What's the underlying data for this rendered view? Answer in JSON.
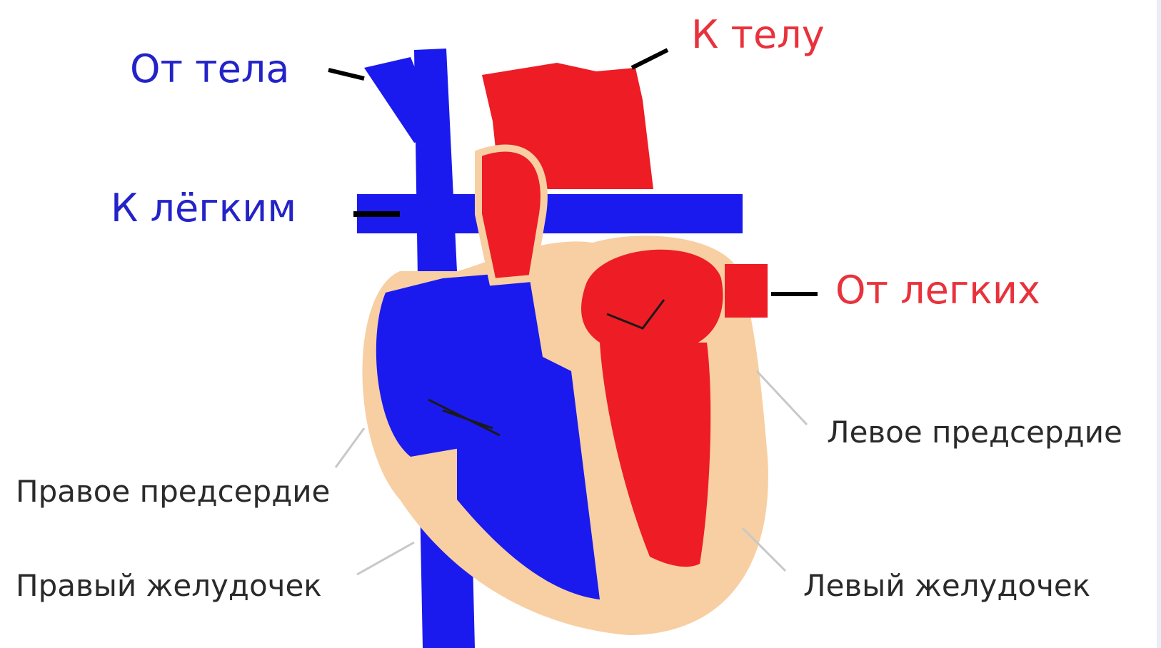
{
  "labels": {
    "from_body": "От тела",
    "to_body": "К телу",
    "to_lungs": "К лёгким",
    "from_lungs": "От легких",
    "left_atrium": "Левое предсердие",
    "right_atrium": "Правое предсердие",
    "right_ventricle": "Правый желудочек",
    "left_ventricle": "Левый желудочек"
  },
  "colors": {
    "deoxygenated": "#1a1aee",
    "oxygenated": "#ee1c24",
    "wall": "#f7cfa2",
    "label_blue": "#2323c8",
    "label_red": "#e8323c",
    "label_dark": "#2a2a2a"
  }
}
